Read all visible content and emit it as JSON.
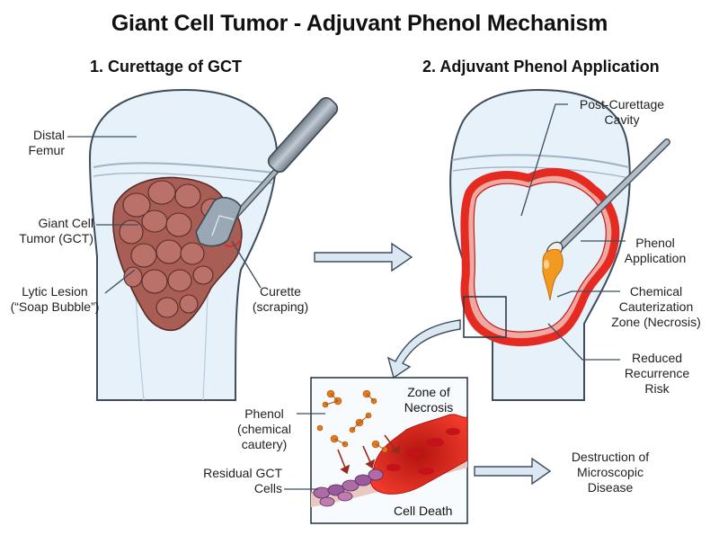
{
  "title": "Giant Cell Tumor - Adjuvant Phenol Mechanism",
  "panel1": {
    "heading": "1. Curettage of GCT",
    "labels": {
      "distal_femur": [
        "Distal",
        "Femur"
      ],
      "gct": [
        "Giant Cell",
        "Tumor (GCT)"
      ],
      "lytic_lesion": [
        "Lytic Lesion",
        "(“Soap Bubble”)"
      ],
      "curette": [
        "Curette",
        "(scraping)"
      ]
    }
  },
  "panel2": {
    "heading": "2. Adjuvant Phenol Application",
    "labels": {
      "cavity": [
        "Post-Curettage",
        "Cavity"
      ],
      "phenol_application": [
        "Phenol",
        "Application"
      ],
      "cauterization": [
        "Chemical",
        "Cauterization",
        "Zone (Necrosis)"
      ],
      "recurrence": [
        "Reduced",
        "Recurrence",
        "Risk"
      ]
    }
  },
  "inset": {
    "zone": [
      "Zone of",
      "Necrosis"
    ],
    "cell_death": "Cell Death",
    "phenol": [
      "Phenol",
      "(chemical",
      "cautery)"
    ],
    "residual": [
      "Residual GCT",
      "Cells"
    ]
  },
  "outcome": [
    "Destruction of",
    "Microscopic",
    "Disease"
  ],
  "colors": {
    "bone_fill": "#e6f1fa",
    "bone_outline": "#3d4d5c",
    "tumor_fill": "#a85d55",
    "tumor_lobe": "#b9716a",
    "necrosis_red": "#e52a22",
    "phenol_orange": "#f29a1f",
    "arrow_fill": "#dbe8f3",
    "steel": "#8a96a3"
  },
  "icons": [
    "curette-instrument-icon",
    "applicator-icon",
    "phenol-drop-icon",
    "phenol-molecule-icon",
    "flow-arrow-icon"
  ]
}
